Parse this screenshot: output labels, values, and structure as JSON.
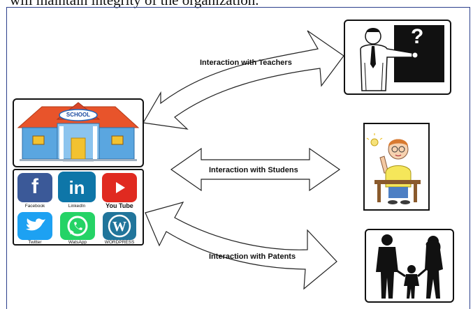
{
  "caption": "will maintain integrity of the organization.",
  "school": {
    "sign": "SCHOOL"
  },
  "social": [
    {
      "name": "Facebook",
      "icon": "facebook-icon",
      "color": "#3b5998"
    },
    {
      "name": "LinkedIn",
      "icon": "linkedin-icon",
      "color": "#0e76a8"
    },
    {
      "name": "You Tube",
      "icon": "youtube-icon",
      "color": "#e02a20"
    },
    {
      "name": "Twitter",
      "icon": "twitter-icon",
      "color": "#1da1f2"
    },
    {
      "name": "WatsApp",
      "icon": "whatsapp-icon",
      "color": "#25d366"
    },
    {
      "name": "WORDPRESS",
      "icon": "wordpress-icon",
      "color": "#21759b"
    }
  ],
  "interactions": {
    "teachers": "Interaction with Teachers",
    "students": "Interaction with Studens",
    "parents": "Interaction with Patents"
  },
  "teacher": {
    "board_text": "?"
  }
}
